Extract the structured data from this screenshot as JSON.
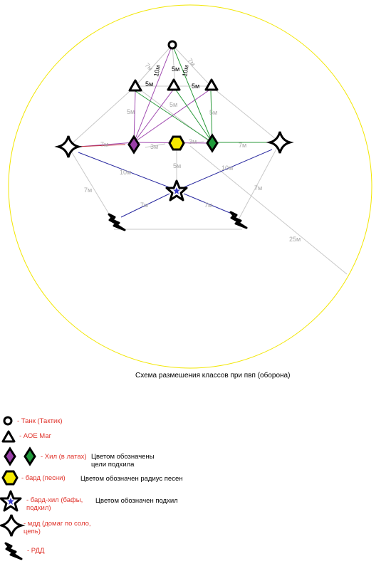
{
  "colors": {
    "circle": "#f2e600",
    "gray_line": "#c8c8c8",
    "purple_line": "#a04ab0",
    "green_line": "#2a9a3a",
    "blue_line": "#2a2aa0",
    "red_line": "#c03040",
    "heal_purple": "#9a3fa8",
    "heal_green": "#1f9a3a",
    "bard_yellow": "#f5ea00",
    "bard_heal_blue": "#3a3ac8",
    "legend_red": "#e0322a"
  },
  "icons": {
    "tank": "ring-icon",
    "aoe_mage": "triangle-icon",
    "healer": "diamond-icon",
    "bard": "hexagon-icon",
    "bard_healer": "star-icon",
    "melee": "four-point-star-icon",
    "ranged": "bolt-icon"
  },
  "distances": {
    "d5": "5м",
    "d10": "10м",
    "d7": "7м",
    "d3": "3м",
    "d25": "25м"
  },
  "caption": "Схема размешения классов при пвп (оборона)",
  "legend": {
    "tank": "- Танк (Тактик)",
    "aoe_mage": "- АОЕ Маг",
    "healer": "- Хил (в латах)",
    "healer_note": "Цветом обозначены цели подхила",
    "bard": "- бард (песни)",
    "bard_note": "Цветом обозначен радиус песен",
    "bard_healer": "- бард-хил (бафы, подхил)",
    "bard_healer_note": "Цветом обозначен подхил",
    "melee": "- мдд (домаг по соло, цепь)",
    "ranged": "- РДД"
  }
}
